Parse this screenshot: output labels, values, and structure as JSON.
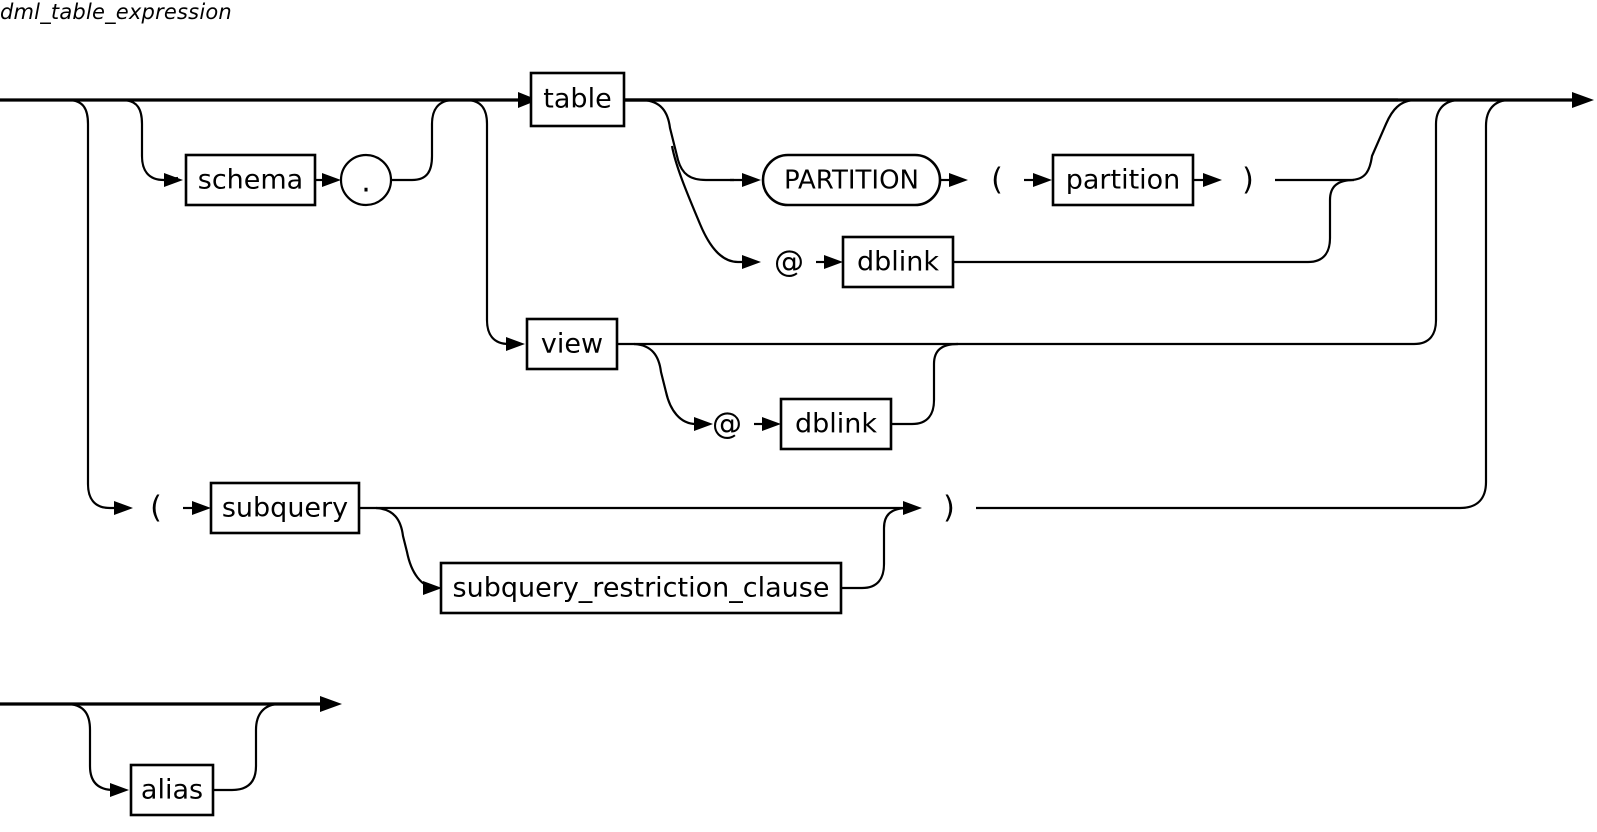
{
  "diagram": {
    "title": "dml_table_expression",
    "type": "railroad-syntax-diagram",
    "stroke_color": "#000000",
    "background_color": "#ffffff",
    "nodes": {
      "schema": {
        "label": "schema",
        "shape": "rect"
      },
      "dot": {
        "label": ".",
        "shape": "circle"
      },
      "table": {
        "label": "table",
        "shape": "rect"
      },
      "partition_keyword": {
        "label": "PARTITION",
        "shape": "stadium"
      },
      "lparen_partition": {
        "label": "(",
        "shape": "circle"
      },
      "partition": {
        "label": "partition",
        "shape": "rect"
      },
      "rparen_partition": {
        "label": ")",
        "shape": "circle"
      },
      "at_table": {
        "label": "@",
        "shape": "circle"
      },
      "dblink_table": {
        "label": "dblink",
        "shape": "rect"
      },
      "view": {
        "label": "view",
        "shape": "rect"
      },
      "at_view": {
        "label": "@",
        "shape": "circle"
      },
      "dblink_view": {
        "label": "dblink",
        "shape": "rect"
      },
      "lparen_subquery": {
        "label": "(",
        "shape": "circle"
      },
      "subquery": {
        "label": "subquery",
        "shape": "rect"
      },
      "subquery_restriction_clause": {
        "label": "subquery_restriction_clause",
        "shape": "rect"
      },
      "rparen_subquery": {
        "label": ")",
        "shape": "circle"
      },
      "alias": {
        "label": "alias",
        "shape": "rect"
      }
    }
  }
}
